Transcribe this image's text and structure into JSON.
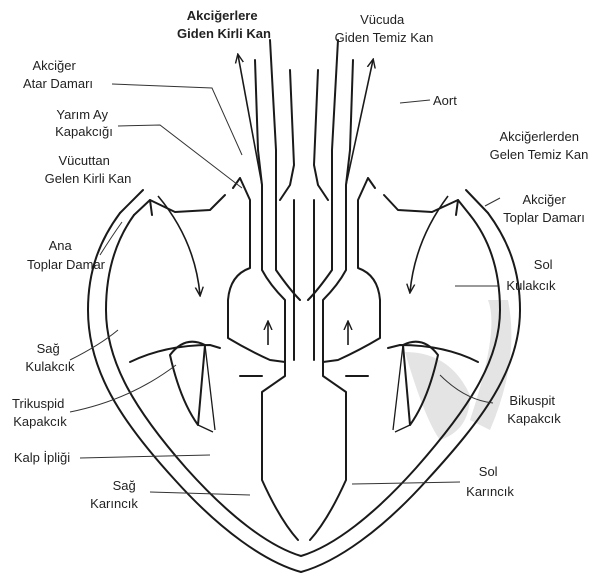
{
  "labels": {
    "pulmonary_flow": [
      "Akciğerlere",
      "Giden Kirli Kan"
    ],
    "body_flow": [
      "Vücuda",
      "Giden Temiz Kan"
    ],
    "pulmonary_artery": [
      "Akciğer",
      "Atar Damarı"
    ],
    "semilunar_valve": [
      "Yarım Ay",
      "Kapakcığı"
    ],
    "from_body": [
      "Vücuttan",
      "Gelen Kirli Kan"
    ],
    "vena_cava": [
      "Ana",
      "Toplar Damar"
    ],
    "right_atrium": [
      "Sağ",
      "Kulakcık"
    ],
    "tricuspid": [
      "Trikuspid",
      "Kapakcık"
    ],
    "chordae": [
      "Kalp İpliği"
    ],
    "right_ventricle": [
      "Sağ",
      "Karıncık"
    ],
    "aorta": [
      "Aort"
    ],
    "from_lungs": [
      "Akciğerlerden",
      "Gelen Temiz Kan"
    ],
    "pulmonary_vein": [
      "Akciğer",
      "Toplar Damarı"
    ],
    "left_atrium": [
      "Sol",
      "Kulakcık"
    ],
    "bicuspid": [
      "Bikuspit",
      "Kapakcık"
    ],
    "left_ventricle": [
      "Sol",
      "Karıncık"
    ]
  }
}
